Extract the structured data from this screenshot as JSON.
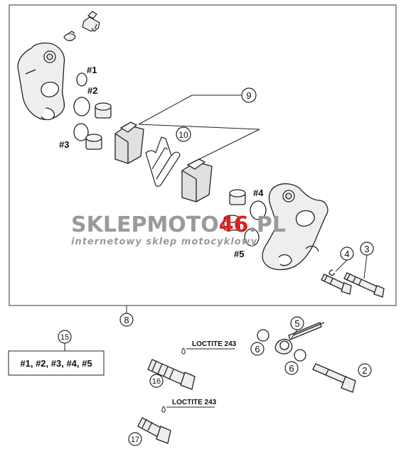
{
  "diagram": {
    "part_numbers": {
      "p2": "2",
      "p3": "3",
      "p4": "4",
      "p5": "5",
      "p6a": "6",
      "p6b": "6",
      "p8": "8",
      "p9": "9",
      "p10": "10",
      "p15": "15",
      "p16": "16",
      "p17": "17"
    },
    "hash_labels": {
      "h1": "#1",
      "h2": "#2",
      "h3": "#3",
      "h4": "#4",
      "h5": "#5"
    },
    "kit_box": {
      "text": "#1, #2, #3, #4, #5"
    },
    "loctite": {
      "upper": "LOCTITE 243",
      "lower": "LOCTITE 243"
    },
    "watermark": {
      "brand_part1": "SKLEPMOTO",
      "brand_part2": "46",
      "brand_part3": ".PL",
      "tagline": "internetowy sklep motocyklowy"
    },
    "colors": {
      "line": "#222222",
      "part_fill": "#eeeeee",
      "pad_fill": "#e0e0e0",
      "watermark_gray": "#9a9a9a",
      "watermark_red": "#d8231e"
    }
  }
}
